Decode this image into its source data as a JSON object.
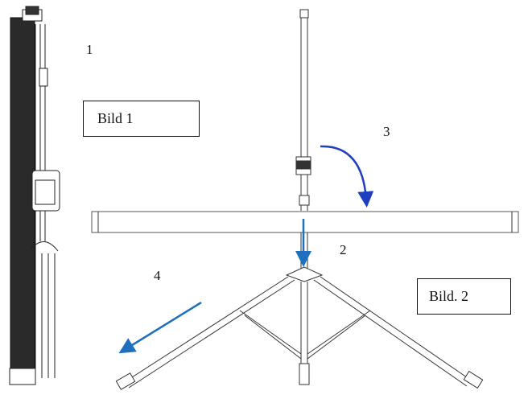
{
  "figure": {
    "step_labels": [
      "1",
      "2",
      "3",
      "4"
    ],
    "box_labels": [
      "Bild 1",
      "Bild. 2"
    ],
    "arrow_color": "#1f3fbf",
    "arrow_color_light": "#1f6fbf"
  }
}
